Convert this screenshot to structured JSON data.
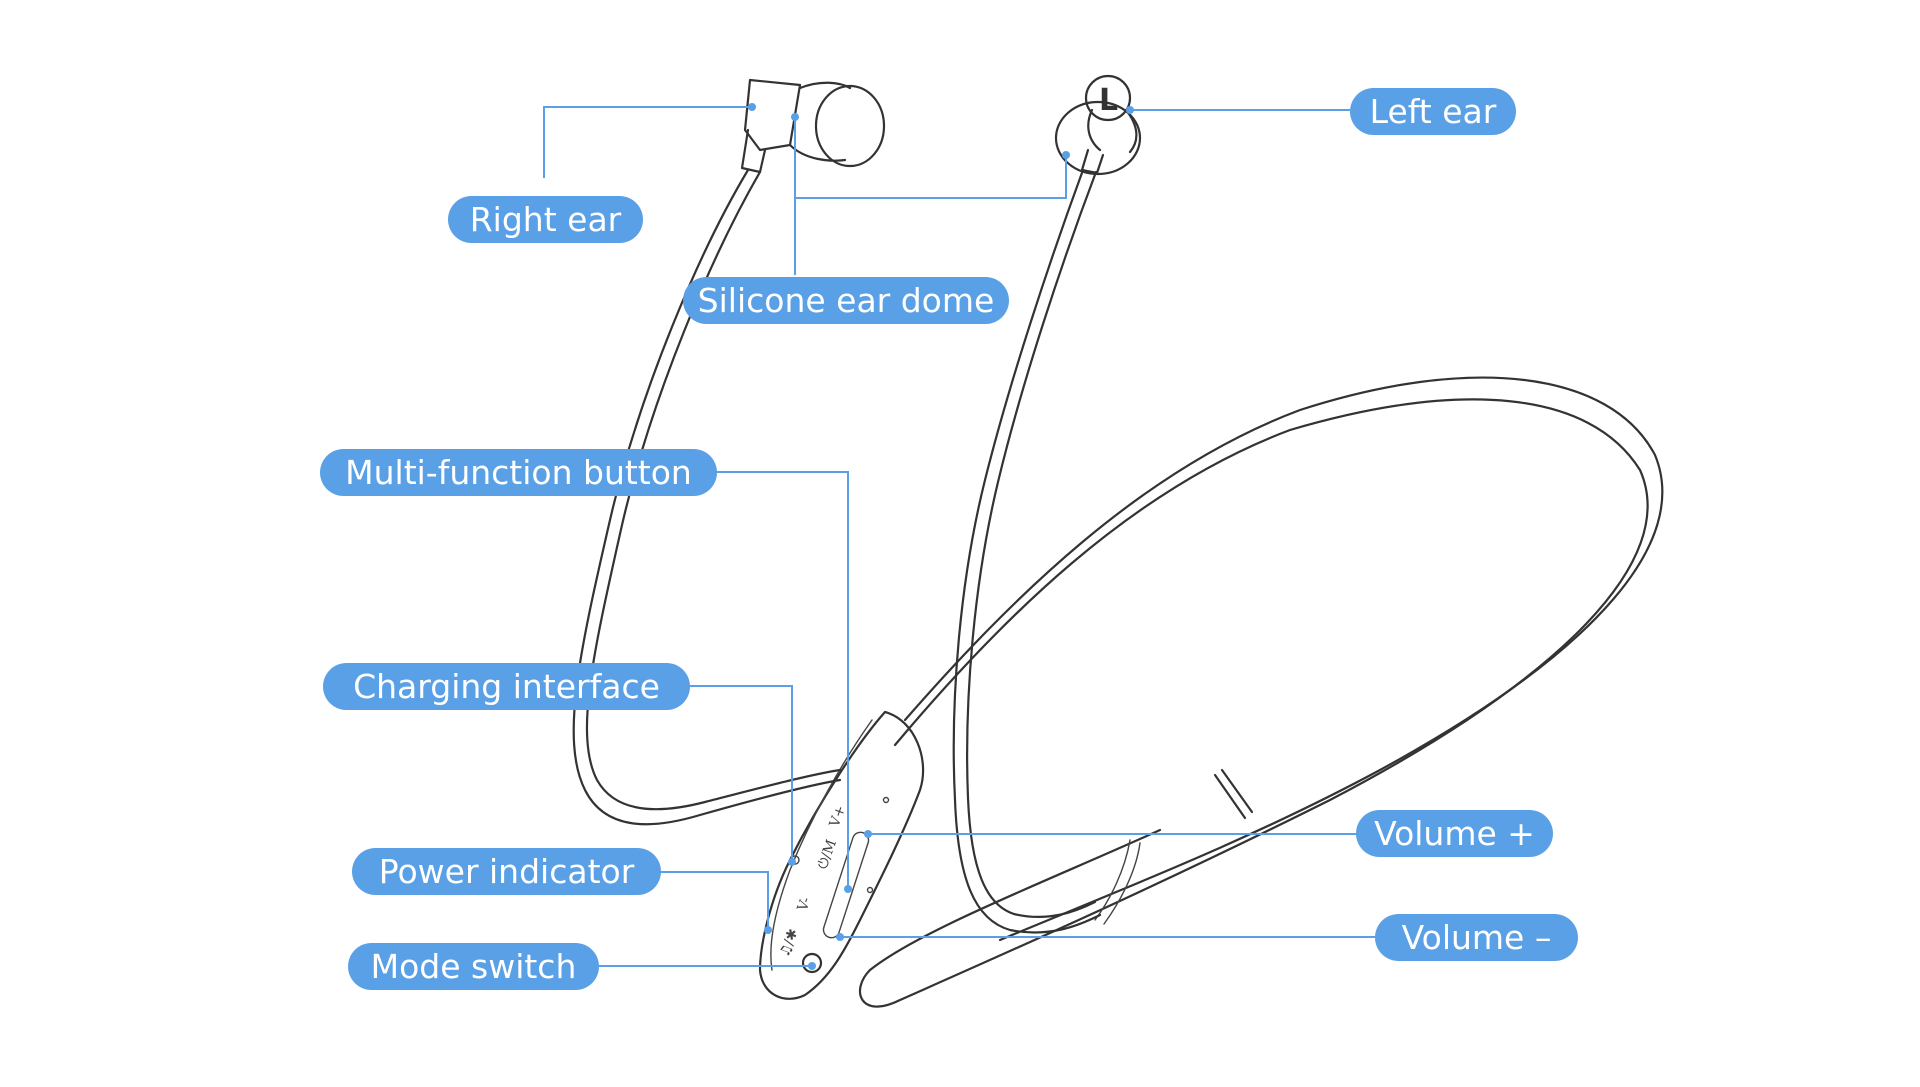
{
  "labels": {
    "right_ear": "Right ear",
    "left_ear": "Left ear",
    "silicone_ear_dome": "Silicone ear dome",
    "multi_function_button": "Multi-function button",
    "charging_interface": "Charging interface",
    "power_indicator": "Power indicator",
    "mode_switch": "Mode switch",
    "volume_plus": "Volume +",
    "volume_minus": "Volume –"
  },
  "earbud_mark": "L",
  "colors": {
    "label_fill": "#5aa0e6",
    "label_text": "#ffffff",
    "leader_line": "#5aa0e6",
    "drawing_ink": "#333333"
  }
}
